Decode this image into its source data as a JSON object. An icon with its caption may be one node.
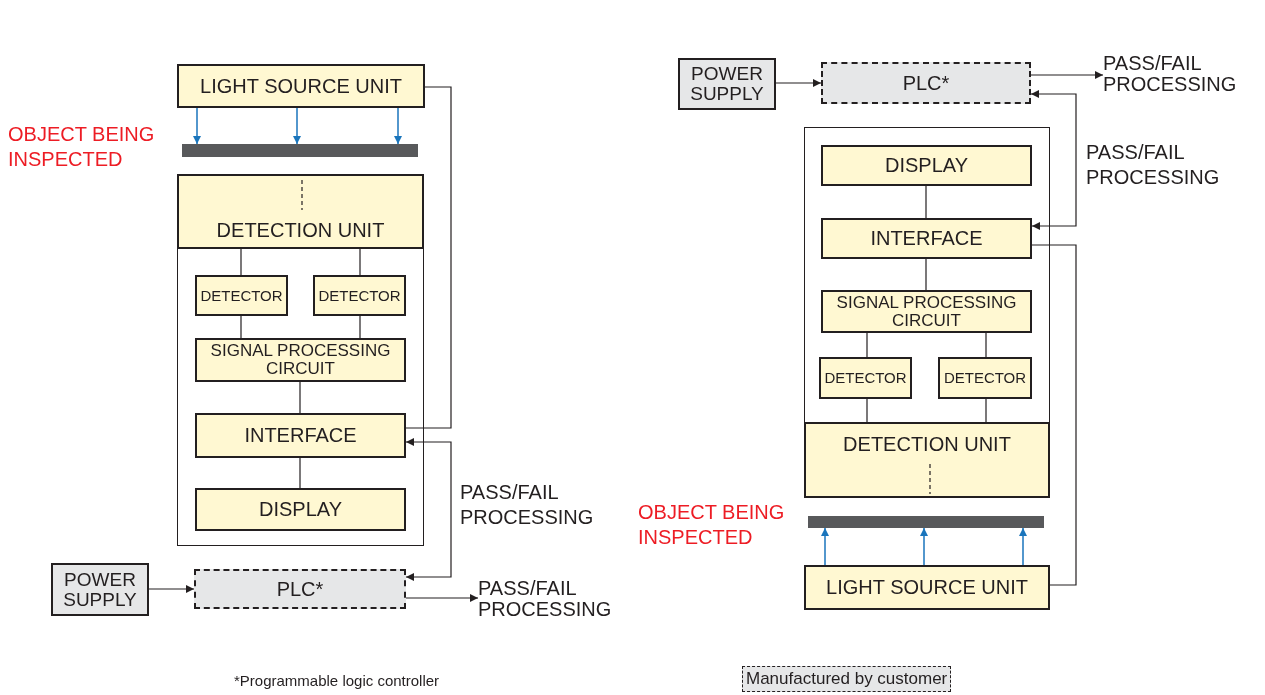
{
  "diagram": {
    "nodes": [
      {
        "text": [
          "LIGHT SOURCE UNIT"
        ]
      },
      {
        "text": [],
        "shape": "bar",
        "beside": [
          "OBJECT BEING INSPECTED"
        ]
      },
      {
        "text": [],
        "shape": "box"
      },
      {
        "text": [
          "DETECTION UNIT"
        ],
        "in": 2
      },
      {
        "text": [
          "DETECTOR"
        ],
        "in": 2
      },
      {
        "text": [
          "DETECTOR"
        ],
        "in": 2
      },
      {
        "text": [
          "SIGNAL PROCESSING CIRCUIT"
        ],
        "in": 2
      },
      {
        "text": [
          "INTERFACE"
        ],
        "in": 2
      },
      {
        "text": [
          "DISPLAY"
        ],
        "in": 2
      },
      {
        "text": [
          "POWER SUPPLY"
        ]
      },
      {
        "text": [
          "PLC*"
        ]
      },
      {
        "text": [
          "PASS/FAIL PROCESSING"
        ]
      },
      {
        "text": [
          "POWER SUPPLY"
        ]
      },
      {
        "text": [
          "PLC*"
        ]
      },
      {
        "text": [
          "PASS/FAIL PROCESSING"
        ]
      },
      {
        "text": [],
        "shape": "box"
      },
      {
        "text": [
          "DISPLAY"
        ],
        "in": 15
      },
      {
        "text": [
          "INTERFACE"
        ],
        "in": 15
      },
      {
        "text": [
          "SIGNAL PROCESSING CIRCUIT"
        ],
        "in": 15
      },
      {
        "text": [
          "DETECTOR"
        ],
        "in": 15
      },
      {
        "text": [
          "DETECTOR"
        ],
        "in": 15
      },
      {
        "text": [
          "DETECTION UNIT"
        ],
        "in": 15
      },
      {
        "text": [],
        "shape": "bar",
        "beside": [
          "OBJECT BEING INSPECTED"
        ]
      },
      {
        "text": [
          "LIGHT SOURCE UNIT"
        ]
      }
    ],
    "edges": [
      {
        "from": 0,
        "to": 1,
        "arrow": "to",
        "color": "#1a75bc"
      },
      {
        "from": 0,
        "to": 1,
        "arrow": "to",
        "color": "#1a75bc"
      },
      {
        "from": 0,
        "to": 1,
        "arrow": "to",
        "color": "#1a75bc"
      },
      {
        "from": 3,
        "to": 4,
        "arrow": "none"
      },
      {
        "from": 3,
        "to": 5,
        "arrow": "none"
      },
      {
        "from": 4,
        "to": 6,
        "arrow": "none"
      },
      {
        "from": 5,
        "to": 6,
        "arrow": "none"
      },
      {
        "from": 6,
        "to": 7,
        "arrow": "none"
      },
      {
        "from": 7,
        "to": 8,
        "arrow": "none"
      },
      {
        "from": 0,
        "to": 7,
        "arrow": "none"
      },
      {
        "from": 7,
        "to": 10,
        "arrow": "both",
        "label": "PASS/FAIL PROCESSING"
      },
      {
        "from": 9,
        "to": 10,
        "arrow": "to"
      },
      {
        "from": 10,
        "to": 11,
        "arrow": "to"
      },
      {
        "from": 12,
        "to": 13,
        "arrow": "to"
      },
      {
        "from": 13,
        "to": 14,
        "arrow": "to"
      },
      {
        "from": 13,
        "to": 17,
        "arrow": "both",
        "label": "PASS/FAIL PROCESSING"
      },
      {
        "from": 16,
        "to": 17,
        "arrow": "none"
      },
      {
        "from": 17,
        "to": 18,
        "arrow": "none"
      },
      {
        "from": 18,
        "to": 19,
        "arrow": "none"
      },
      {
        "from": 18,
        "to": 20,
        "arrow": "none"
      },
      {
        "from": 19,
        "to": 21,
        "arrow": "none"
      },
      {
        "from": 20,
        "to": 21,
        "arrow": "none"
      },
      {
        "from": 17,
        "to": 23,
        "arrow": "none"
      },
      {
        "from": 23,
        "to": 22,
        "arrow": "to",
        "color": "#1a75bc"
      },
      {
        "from": 23,
        "to": 22,
        "arrow": "to",
        "color": "#1a75bc"
      },
      {
        "from": 23,
        "to": 22,
        "arrow": "to",
        "color": "#1a75bc"
      }
    ],
    "labels": [
      "*Programmable logic controller"
    ],
    "legend": [
      {
        "text": "Manufactured by customer",
        "color": "#e6e7e8"
      }
    ]
  }
}
